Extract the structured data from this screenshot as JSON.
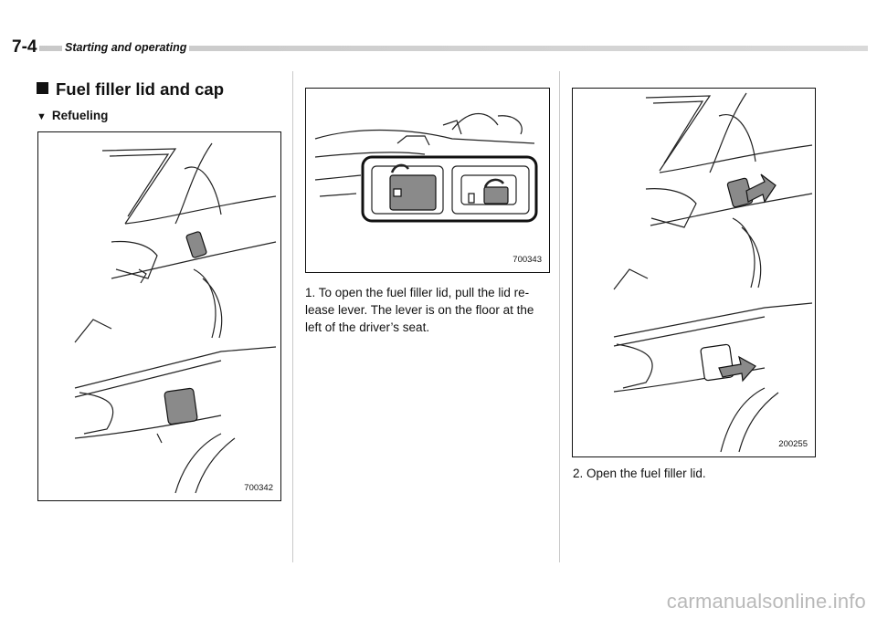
{
  "header": {
    "page_number": "7-4",
    "section_title": "Starting and operating"
  },
  "heading": "Fuel filler lid and cap",
  "subheading": "Refueling",
  "figures": [
    {
      "code": "700342"
    },
    {
      "code": "700343"
    },
    {
      "code": "200255"
    }
  ],
  "captions": {
    "step1": "1.  To open the fuel filler lid, pull the lid re-lease lever. The lever is on the floor at the left of the driver’s seat.",
    "step2": "2.  Open the fuel filler lid."
  },
  "watermark": "carmanualsonline.info"
}
